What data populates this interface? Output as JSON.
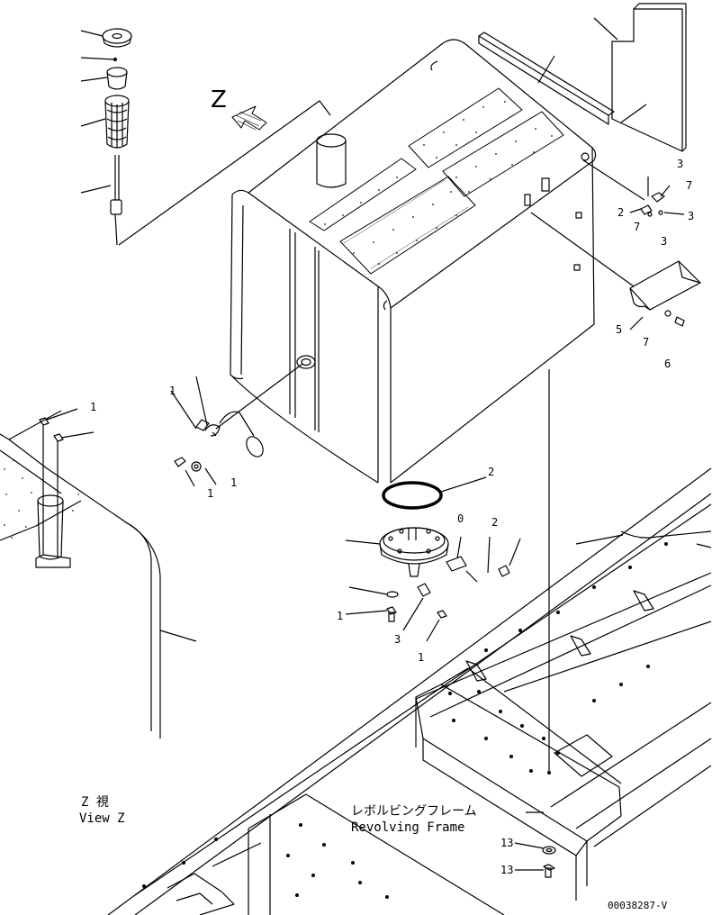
{
  "view_marker": "Z",
  "view_caption": {
    "jp": "Z 視",
    "en": "View Z"
  },
  "frame_caption": {
    "jp": "レボルビングフレーム",
    "en": "Revolving Frame"
  },
  "part_id": "00038287-V",
  "callouts": {
    "c3a": "3",
    "c7a": "7",
    "c2a": "2",
    "c3b": "3",
    "c7b": "7",
    "c3c": "3",
    "c5": "5",
    "c7c": "7",
    "c6": "6",
    "c1a": "1",
    "c1b": "1",
    "c1c": "1",
    "c1d": "1",
    "c2b": "2",
    "c0": "0",
    "c2c": "2",
    "c1e": "1",
    "c3d": "3",
    "c1f": "1",
    "c13a": "13",
    "c13b": "13"
  }
}
